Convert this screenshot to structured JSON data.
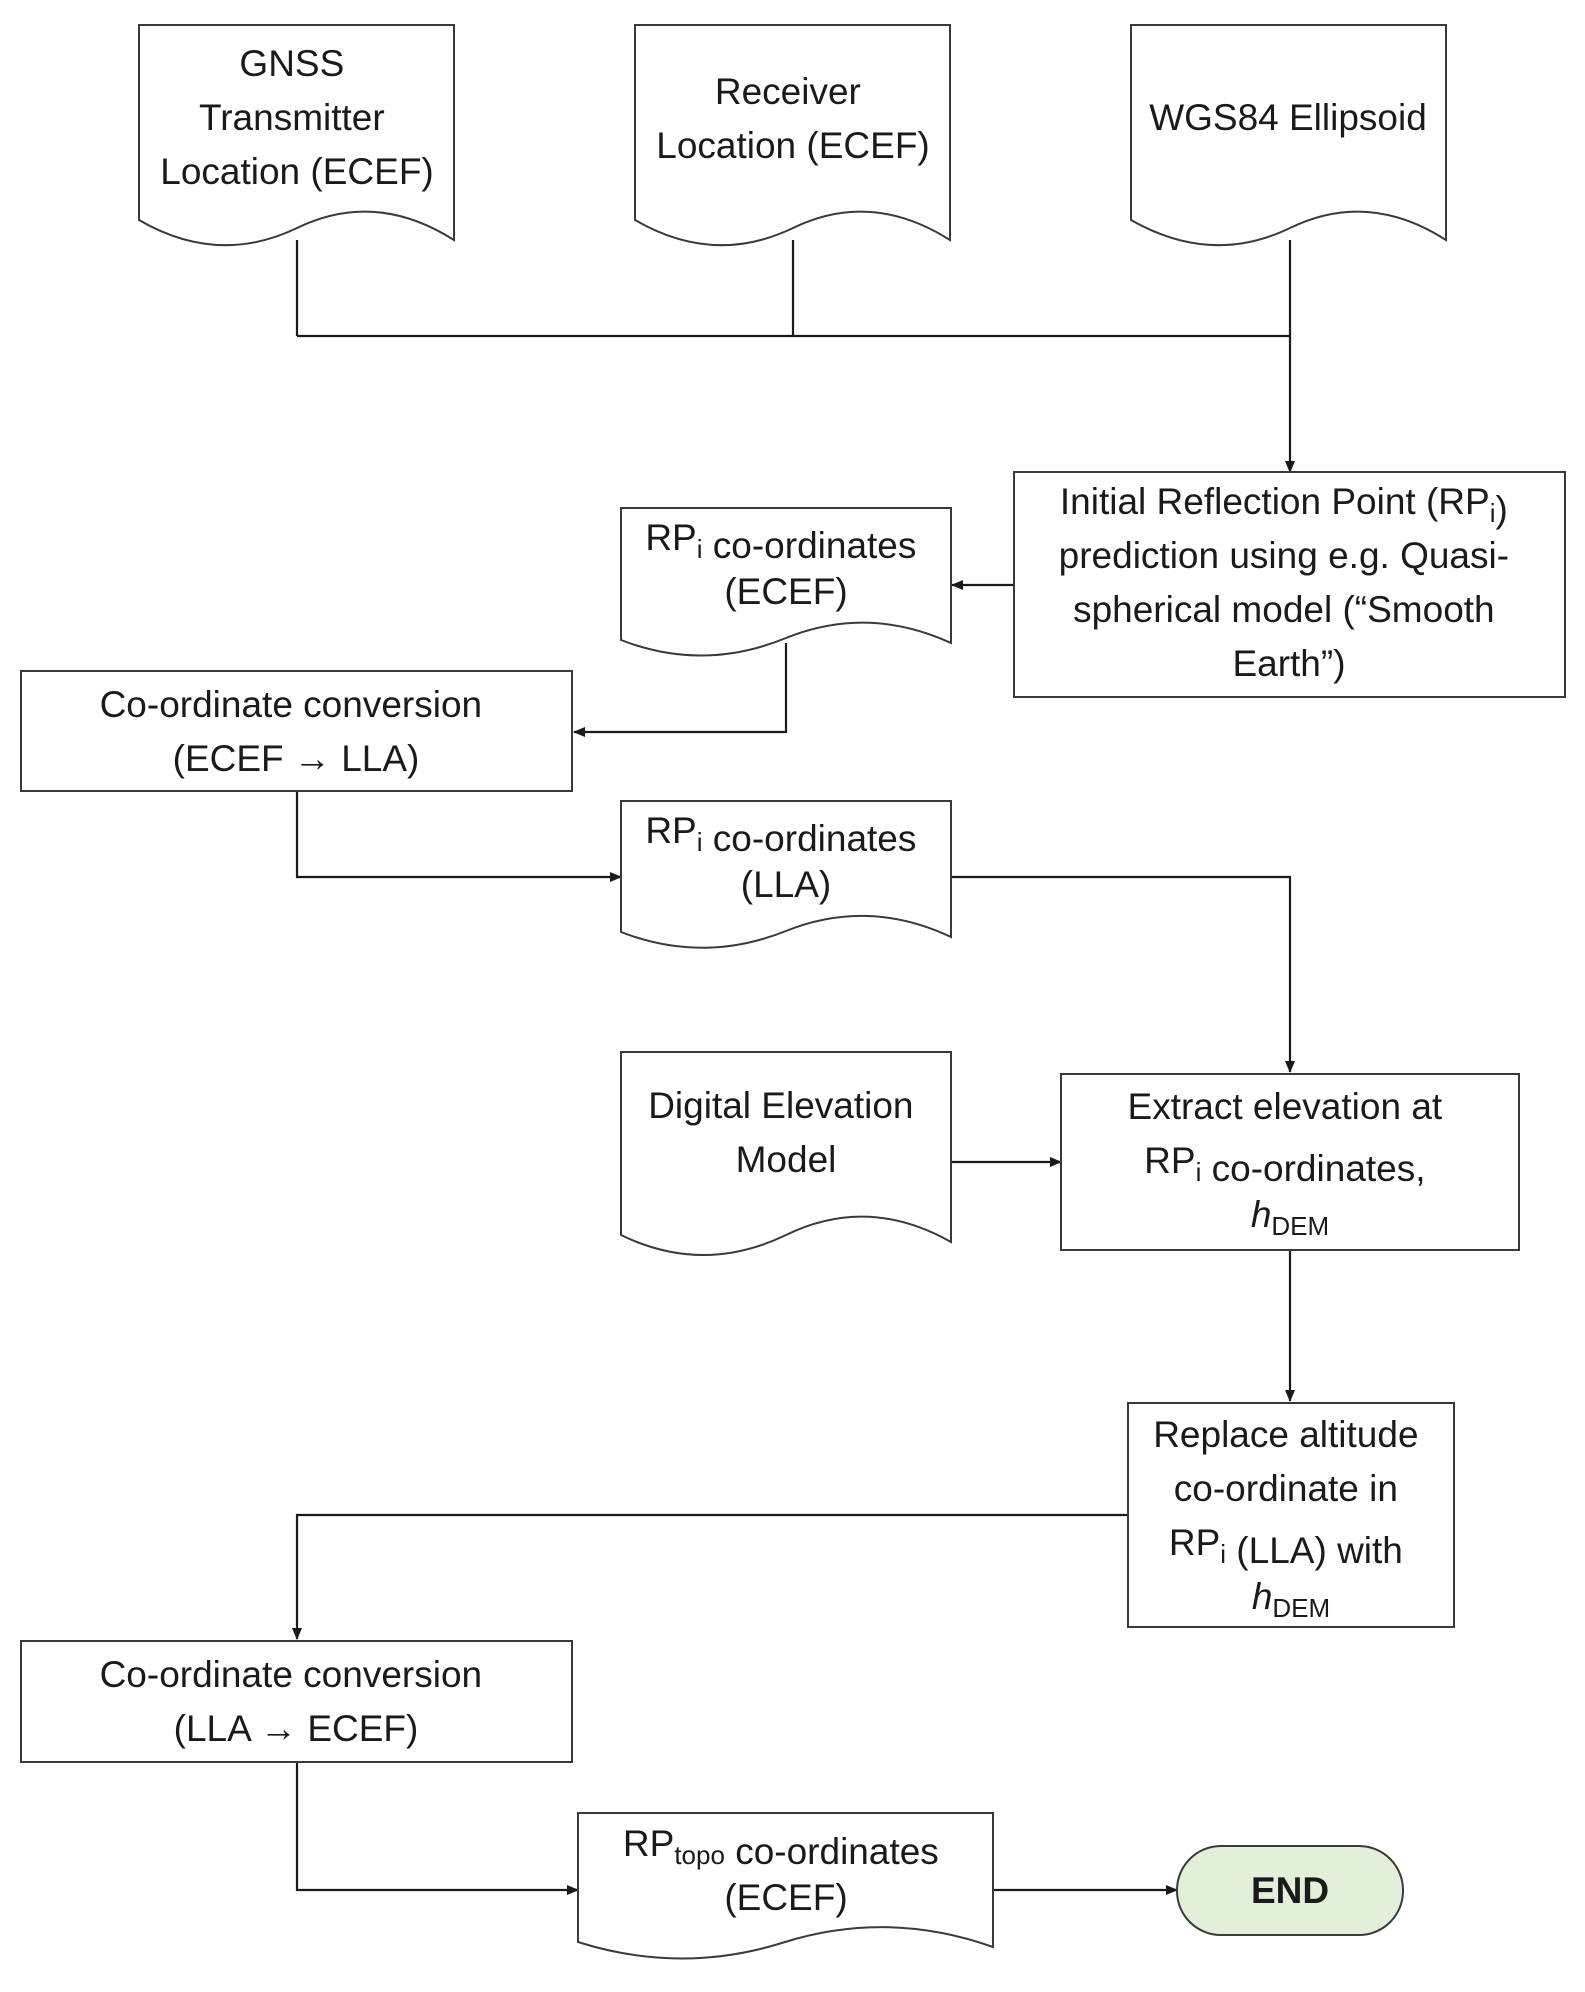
{
  "diagram": {
    "nodes": {
      "gnss_tx": {
        "kind": "document",
        "lines": [
          [
            {
              "t": "GNSS"
            }
          ],
          [
            {
              "t": "Transmitter"
            }
          ],
          [
            {
              "t": "Location (ECEF)"
            }
          ]
        ]
      },
      "receiver": {
        "kind": "document",
        "lines": [
          [
            {
              "t": "Receiver"
            }
          ],
          [
            {
              "t": "Location (ECEF)"
            }
          ]
        ]
      },
      "wgs84": {
        "kind": "document",
        "lines": [
          [
            {
              "t": "WGS84 Ellipsoid"
            }
          ]
        ]
      },
      "initial_rp": {
        "kind": "process",
        "lines": [
          [
            {
              "t": "Initial Reflection Point (RP"
            },
            {
              "t": "i",
              "sub": true
            },
            {
              "t": ")"
            }
          ],
          [
            {
              "t": "prediction using e.g. Quasi-"
            }
          ],
          [
            {
              "t": "spherical model (“Smooth"
            }
          ],
          [
            {
              "t": "Earth”)"
            }
          ]
        ]
      },
      "rpi_ecef": {
        "kind": "document",
        "lines": [
          [
            {
              "t": "RP"
            },
            {
              "t": "i",
              "sub": true
            },
            {
              "t": " co-ordinates"
            }
          ],
          [
            {
              "t": "(ECEF)"
            }
          ]
        ]
      },
      "conv1": {
        "kind": "process",
        "lines": [
          [
            {
              "t": "Co-ordinate conversion"
            }
          ],
          [
            {
              "t": "(ECEF → LLA)"
            }
          ]
        ]
      },
      "rpi_lla": {
        "kind": "document",
        "lines": [
          [
            {
              "t": "RP"
            },
            {
              "t": "i",
              "sub": true
            },
            {
              "t": " co-ordinates"
            }
          ],
          [
            {
              "t": "(LLA)"
            }
          ]
        ]
      },
      "dem": {
        "kind": "document",
        "lines": [
          [
            {
              "t": "Digital Elevation"
            }
          ],
          [
            {
              "t": "Model"
            }
          ]
        ]
      },
      "extract": {
        "kind": "process",
        "lines": [
          [
            {
              "t": "Extract elevation at"
            }
          ],
          [
            {
              "t": "RP"
            },
            {
              "t": "i",
              "sub": true
            },
            {
              "t": " co-ordinates,"
            }
          ],
          [
            {
              "t": "h",
              "italic": true
            },
            {
              "t": "DEM",
              "sub": true
            }
          ]
        ]
      },
      "replace": {
        "kind": "process",
        "lines": [
          [
            {
              "t": "Replace altitude"
            }
          ],
          [
            {
              "t": "co-ordinate in"
            }
          ],
          [
            {
              "t": "RP"
            },
            {
              "t": "i",
              "sub": true
            },
            {
              "t": " (LLA) with"
            }
          ],
          [
            {
              "t": "h",
              "italic": true
            },
            {
              "t": "DEM",
              "sub": true
            }
          ]
        ]
      },
      "conv2": {
        "kind": "process",
        "lines": [
          [
            {
              "t": "Co-ordinate conversion"
            }
          ],
          [
            {
              "t": "(LLA →  ECEF)"
            }
          ]
        ]
      },
      "rptopo": {
        "kind": "document",
        "lines": [
          [
            {
              "t": "RP"
            },
            {
              "t": "topo",
              "sub": true
            },
            {
              "t": " co-ordinates"
            }
          ],
          [
            {
              "t": "(ECEF)"
            }
          ]
        ]
      },
      "end": {
        "kind": "terminator",
        "lines": [
          [
            {
              "t": "END",
              "bold": true
            }
          ]
        ]
      }
    },
    "colors": {
      "line": "#1a1a1a",
      "border": "#3a3a3a",
      "end_fill": "#e2efd9",
      "text": "#1a1a1a"
    }
  }
}
